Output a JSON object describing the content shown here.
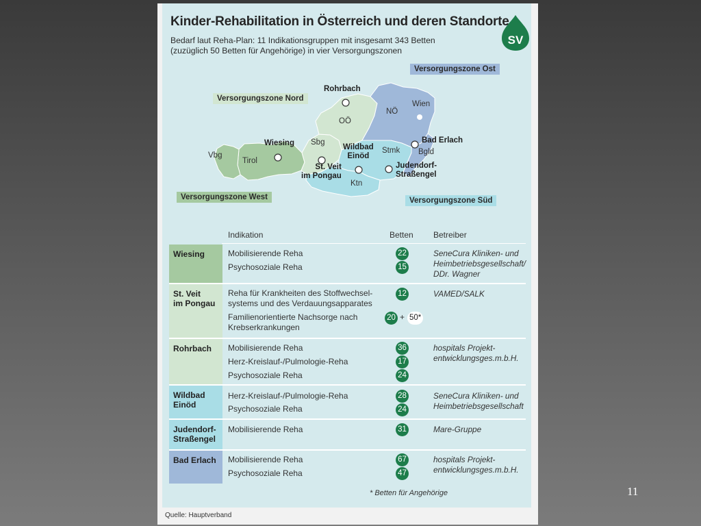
{
  "slide_number": "11",
  "header": {
    "title": "Kinder-Rehabilitation in Österreich und deren Standorte",
    "subtitle_line1": "Bedarf laut Reha-Plan: 11 Indikationsgruppen mit insgesamt 343 Betten",
    "subtitle_line2": "(zuzüglich 50 Betten für Angehörige) in vier Versorgungszonen",
    "logo_text": "SV"
  },
  "map": {
    "zones": {
      "ost": "Versorgungszone Ost",
      "nord": "Versorgungszone Nord",
      "west": "Versorgungszone West",
      "sued": "Versorgungszone Süd"
    },
    "states": {
      "vbg": "Vbg",
      "tirol": "Tirol",
      "sbg": "Sbg",
      "ooe": "OÖ",
      "noe": "NÖ",
      "wien": "Wien",
      "stmk": "Stmk",
      "ktn": "Ktn",
      "bgld": "Bgld"
    },
    "locations": {
      "rohrbach": "Rohrbach",
      "wiesing": "Wiesing",
      "stveit_1": "St. Veit",
      "stveit_2": "im Pongau",
      "wildbad_1": "Wildbad",
      "wildbad_2": "Einöd",
      "baderlach": "Bad Erlach",
      "judendorf_1": "Judendorf-",
      "judendorf_2": "Straßengel"
    },
    "colors": {
      "west": "#a5c9a0",
      "nord": "#d2e6d1",
      "ost": "#9fb8d9",
      "sued": "#a9dde6"
    }
  },
  "table": {
    "headers": {
      "indication": "Indikation",
      "beds": "Betten",
      "operator": "Betreiber"
    },
    "rows": {
      "wiesing": {
        "location": "Wiesing",
        "ind1": "Mobilisierende Reha",
        "beds1": "22",
        "ind2": "Psychosoziale Reha",
        "beds2": "15",
        "op1": "SeneCura Kliniken- und",
        "op2": "Heimbetriebsgesellschaft/",
        "op3": "DDr. Wagner"
      },
      "stveit": {
        "location_1": "St. Veit",
        "location_2": "im Pongau",
        "ind1a": "Reha für Krankheiten des Stoffwechsel-",
        "ind1b": "systems und des Verdauungsapparates",
        "beds1": "12",
        "ind2a": "Familienorientierte Nachsorge nach",
        "ind2b": "Krebserkrankungen",
        "beds2": "20",
        "plus": "+",
        "beds2_family": "50*",
        "op1": "VAMED/SALK"
      },
      "rohrbach": {
        "location": "Rohrbach",
        "ind1": "Mobilisierende Reha",
        "beds1": "36",
        "ind2": "Herz-Kreislauf-/Pulmologie-Reha",
        "beds2": "17",
        "ind3": "Psychosoziale Reha",
        "beds3": "24",
        "op1": "hospitals Projekt-",
        "op2": "entwicklungsges.m.b.H."
      },
      "wildbad": {
        "location_1": "Wildbad",
        "location_2": "Einöd",
        "ind1": "Herz-Kreislauf-/Pulmologie-Reha",
        "beds1": "28",
        "ind2": "Psychosoziale Reha",
        "beds2": "24",
        "op1": "SeneCura Kliniken- und",
        "op2": "Heimbetriebsgesellschaft"
      },
      "judendorf": {
        "location_1": "Judendorf-",
        "location_2": "Straßengel",
        "ind1": "Mobilisierende Reha",
        "beds1": "31",
        "op1": "Mare-Gruppe"
      },
      "baderlach": {
        "location": "Bad Erlach",
        "ind1": "Mobilisierende Reha",
        "beds1": "67",
        "ind2": "Psychosoziale Reha",
        "beds2": "47",
        "op1": "hospitals Projekt-",
        "op2": "entwicklungsges.m.b.H."
      }
    },
    "footnote": "* Betten für Angehörige",
    "source": "Quelle: Hauptverband"
  }
}
